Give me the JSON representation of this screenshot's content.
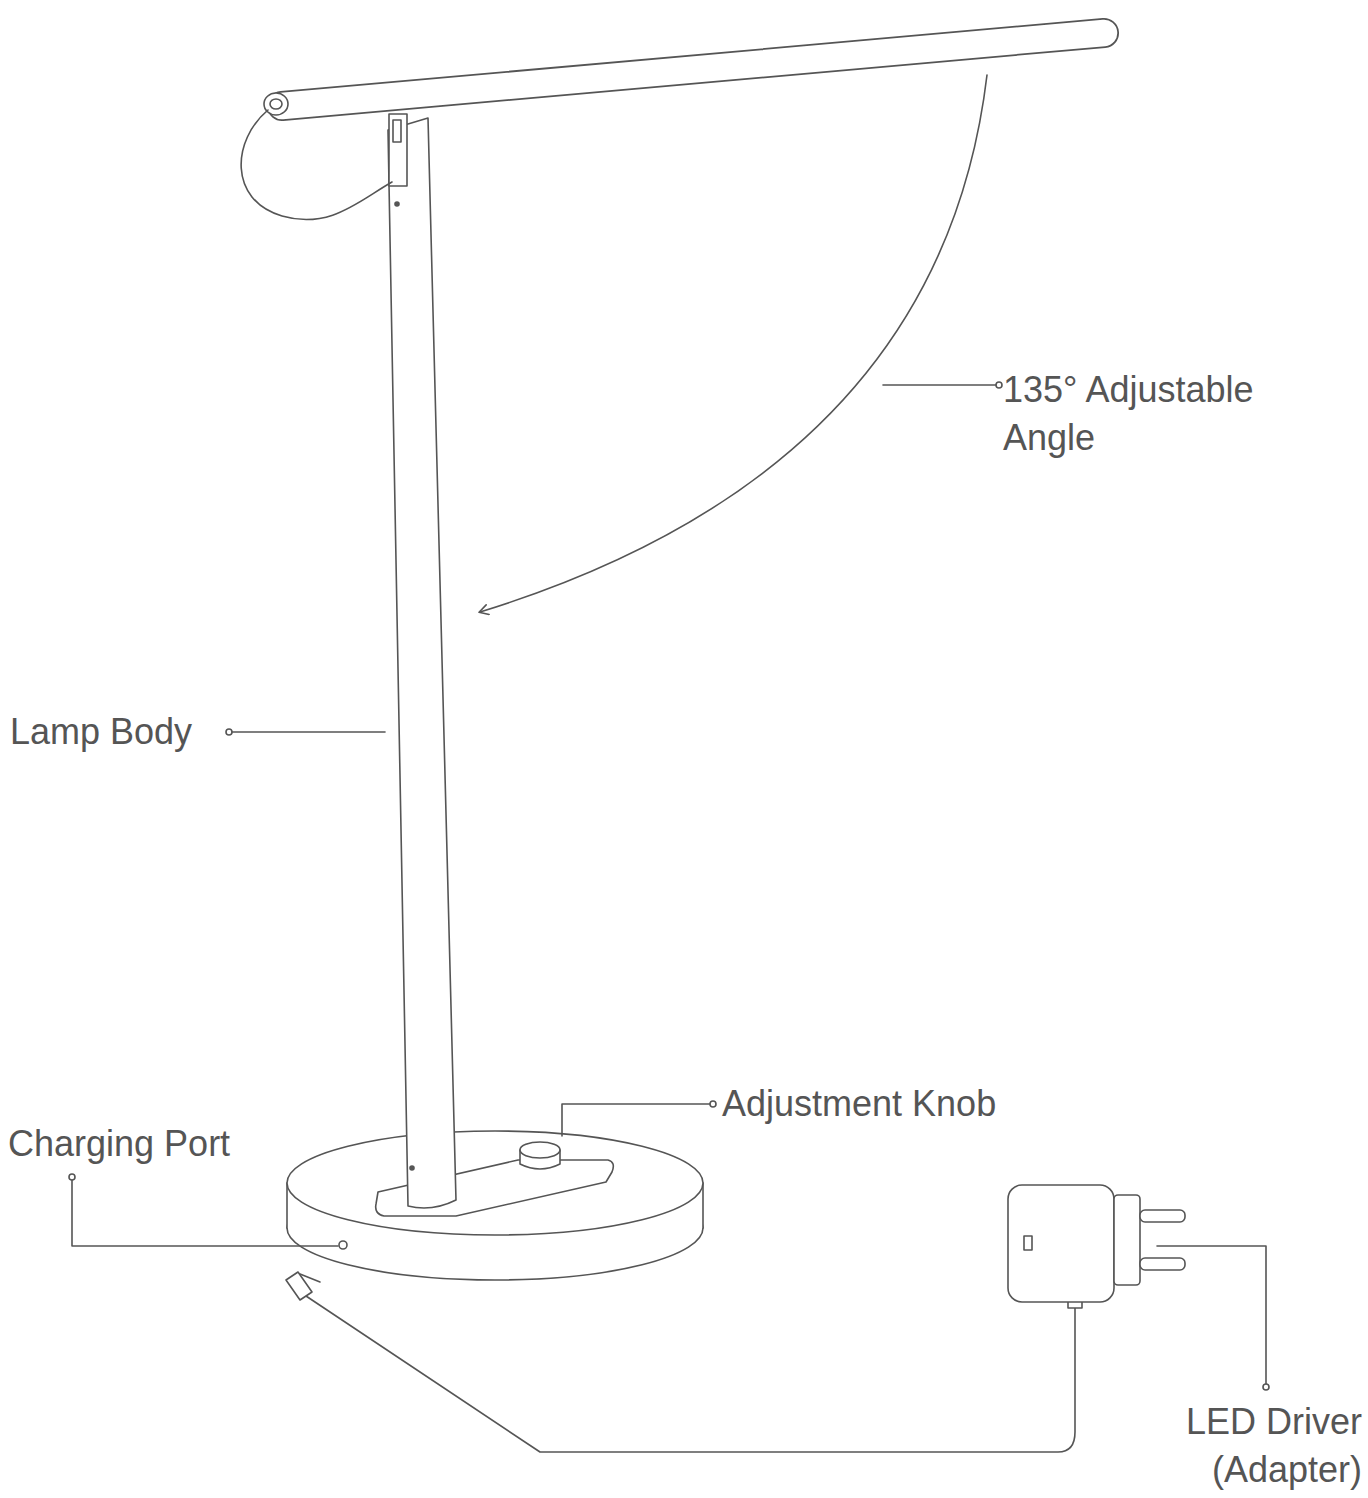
{
  "diagram": {
    "labels": [
      "135° Adjustable Angle",
      "Lamp Body",
      "Adjustment Knob",
      "Charging Port",
      "LED Driver (Adapter)"
    ]
  }
}
